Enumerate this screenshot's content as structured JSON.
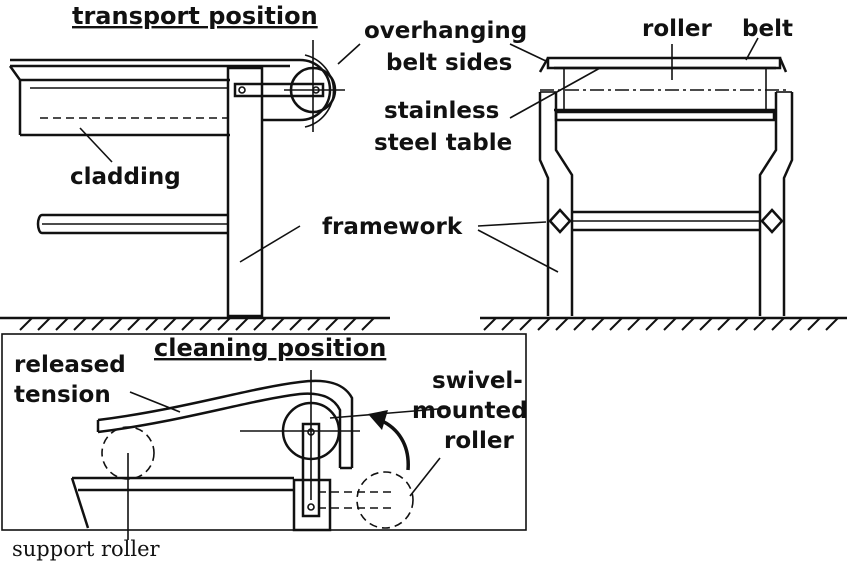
{
  "top_left": {
    "title": "transport position",
    "overhanging_line1": "overhanging",
    "overhanging_line2": "belt sides",
    "cladding": "cladding"
  },
  "top_right": {
    "roller": "roller",
    "belt": "belt",
    "stainless_line1": "stainless",
    "stainless_line2": "steel table",
    "framework": "framework"
  },
  "bottom": {
    "title": "cleaning position",
    "released_line1": "released",
    "released_line2": "tension",
    "swivel_line1": "swivel-",
    "swivel_line2": "mounted",
    "swivel_line3": "roller",
    "support_roller": "support roller"
  },
  "icons": {
    "rotation": "curved-arrow-icon",
    "ground": "ground-hatch-icon"
  }
}
